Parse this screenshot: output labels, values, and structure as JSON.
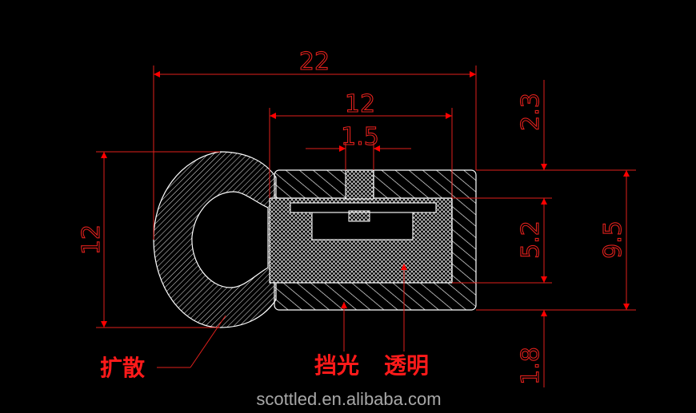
{
  "colors": {
    "background": "#000000",
    "dimension": "#e0201c",
    "outline": "#ffffff",
    "label": "#ff1a1a",
    "watermark": "#a8a8a8"
  },
  "dimensions": {
    "overall_width": "22",
    "body_width": "12",
    "slot_width": "1.5",
    "diffuser_height": "12",
    "top_offset": "2.3",
    "inner_height": "5.2",
    "body_height": "9.5",
    "bottom_offset": "1.8"
  },
  "labels": {
    "diffuse": "扩散",
    "light_block": "挡光",
    "transparent": "透明"
  },
  "watermark": "scottled.en.alibaba.com"
}
